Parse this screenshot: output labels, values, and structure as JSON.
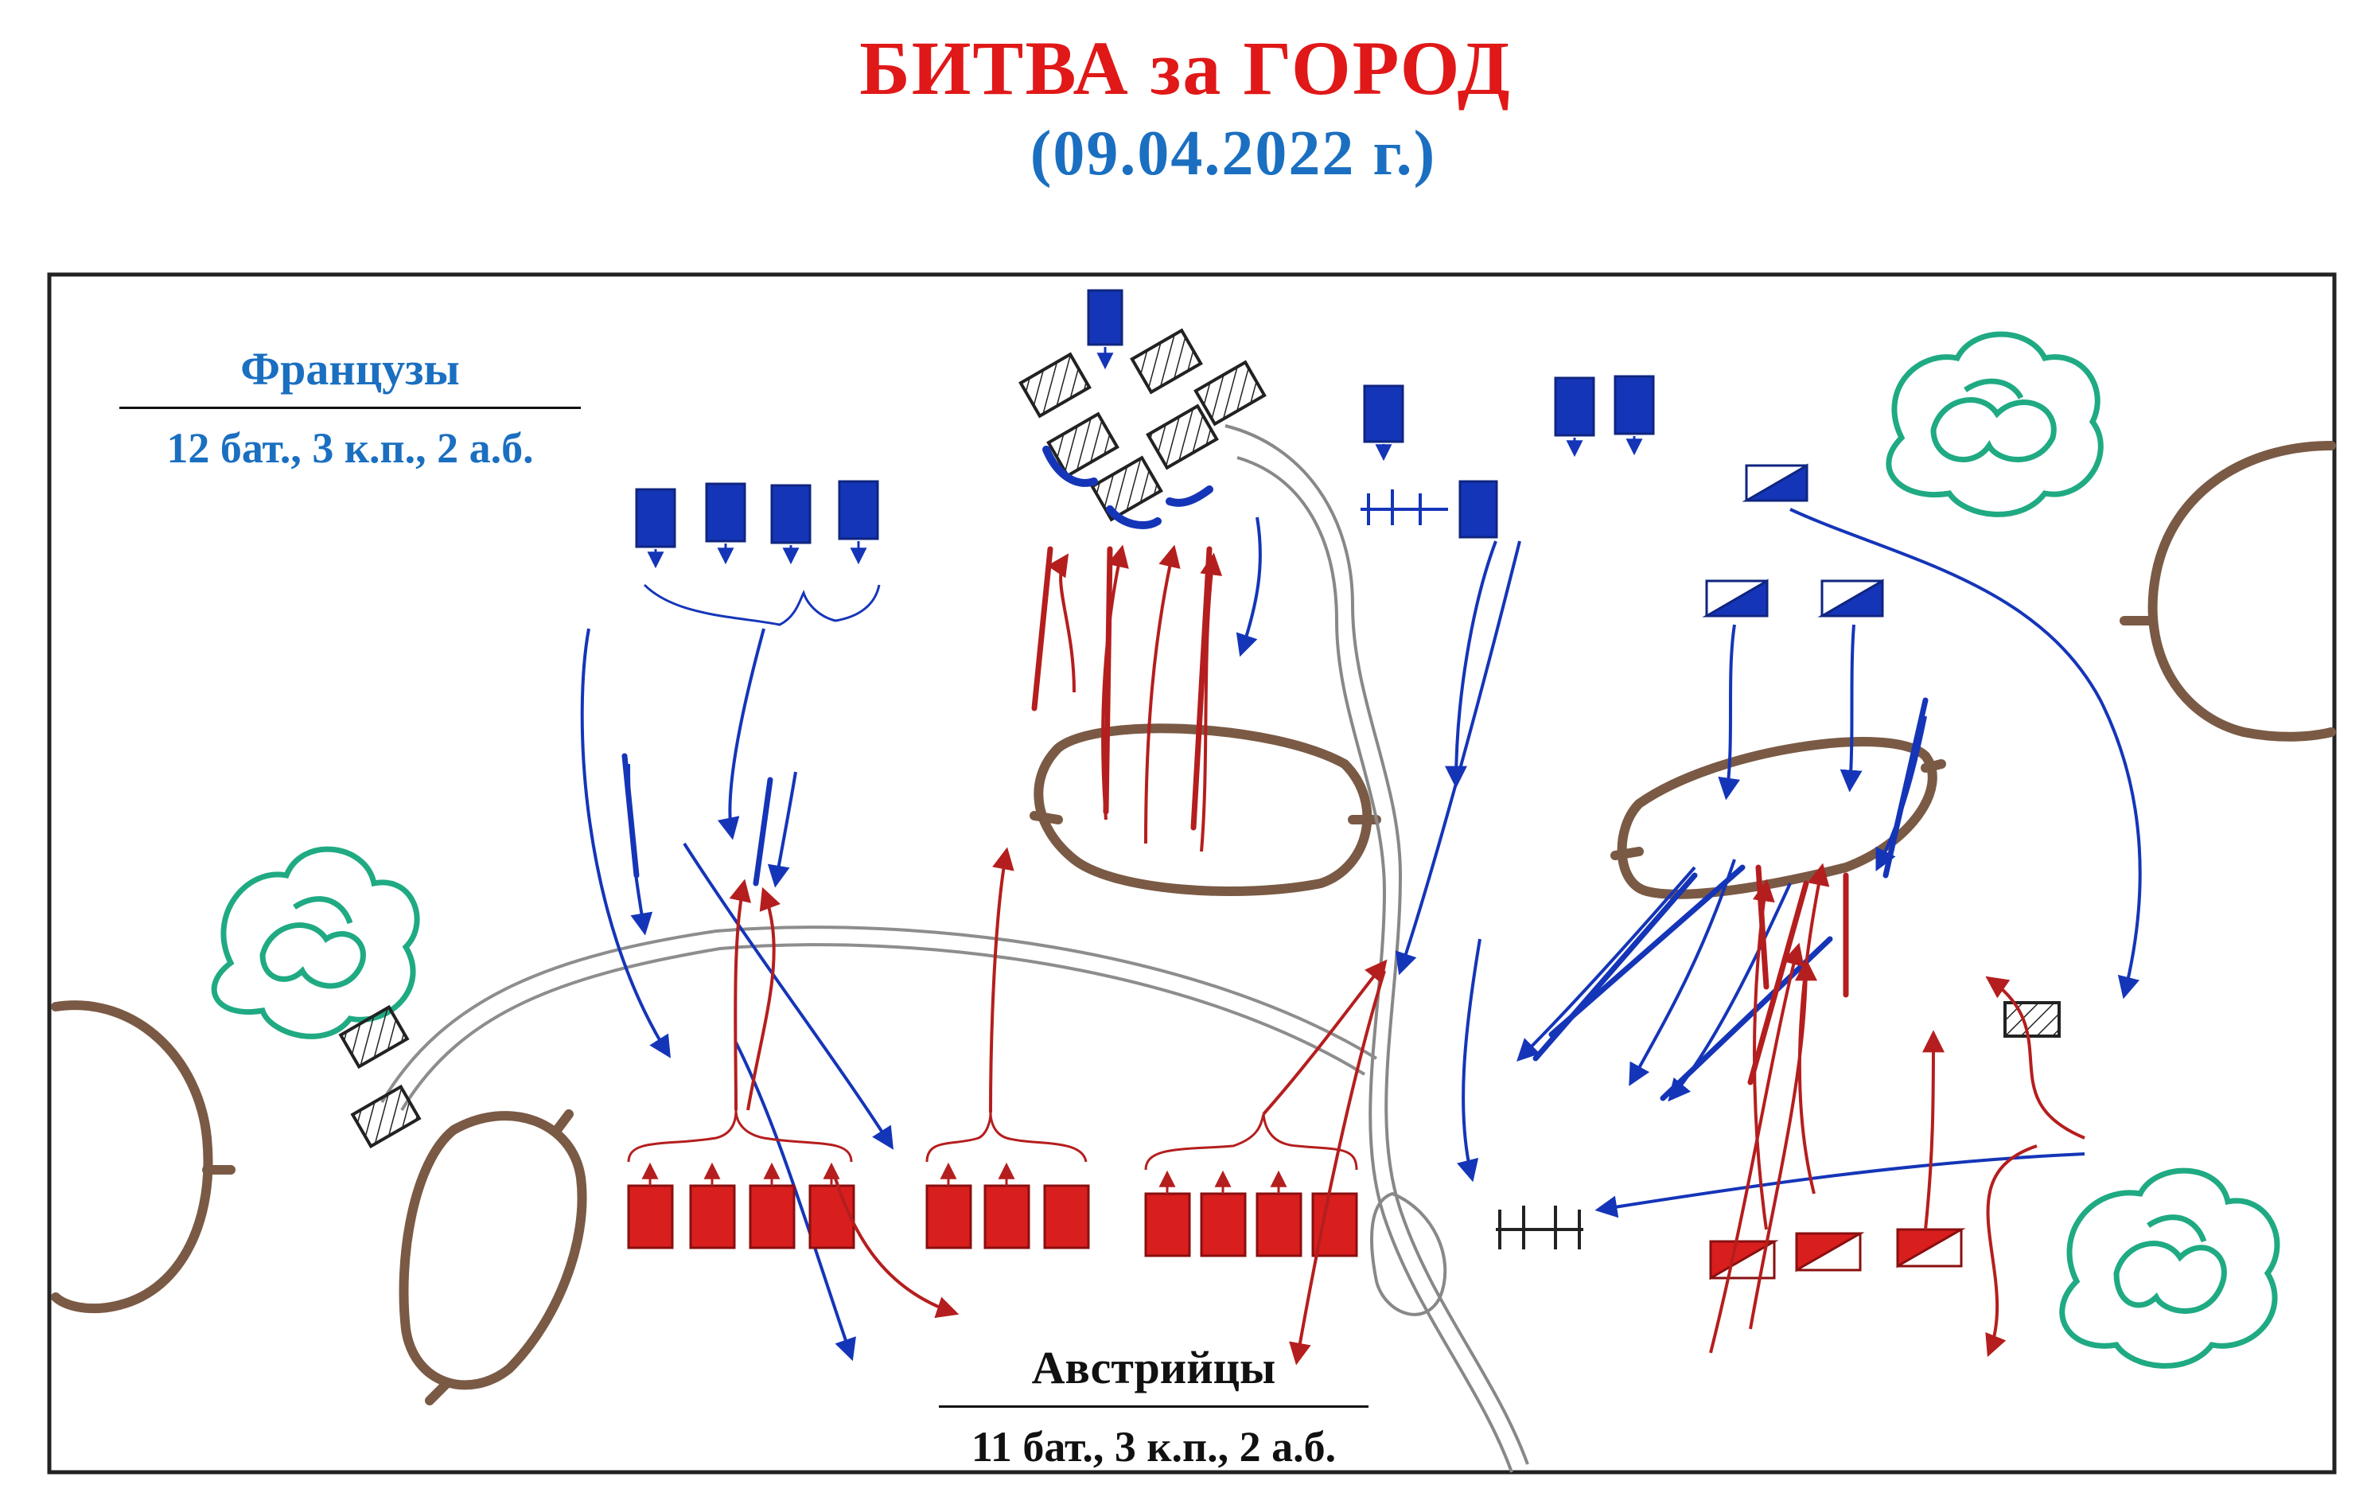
{
  "title": "БИТВА за ГОРОД",
  "date": "(09.04.2022 г.)",
  "colors": {
    "title": "#e01818",
    "date": "#1a6fc0",
    "french": "#1535b8",
    "french_label": "#1a6fc0",
    "austrian": "#d91e1e",
    "austrian_arrow": "#b51e1e",
    "terrain": "#7a5a45",
    "woods": "#1faa83",
    "road": "#8d8d8d",
    "frame": "#222222"
  },
  "sides": {
    "french": {
      "name": "Французы",
      "strength": "12 бат., 3 к.п., 2 а.б."
    },
    "austrian": {
      "name": "Австрийцы",
      "strength": "11 бат., 3 к.п., 2 а.б."
    }
  },
  "legend_icons": [
    "battalion-icon",
    "cavalry-regiment-icon",
    "artillery-battery-icon",
    "woods-icon",
    "hill-icon",
    "river",
    "road"
  ]
}
